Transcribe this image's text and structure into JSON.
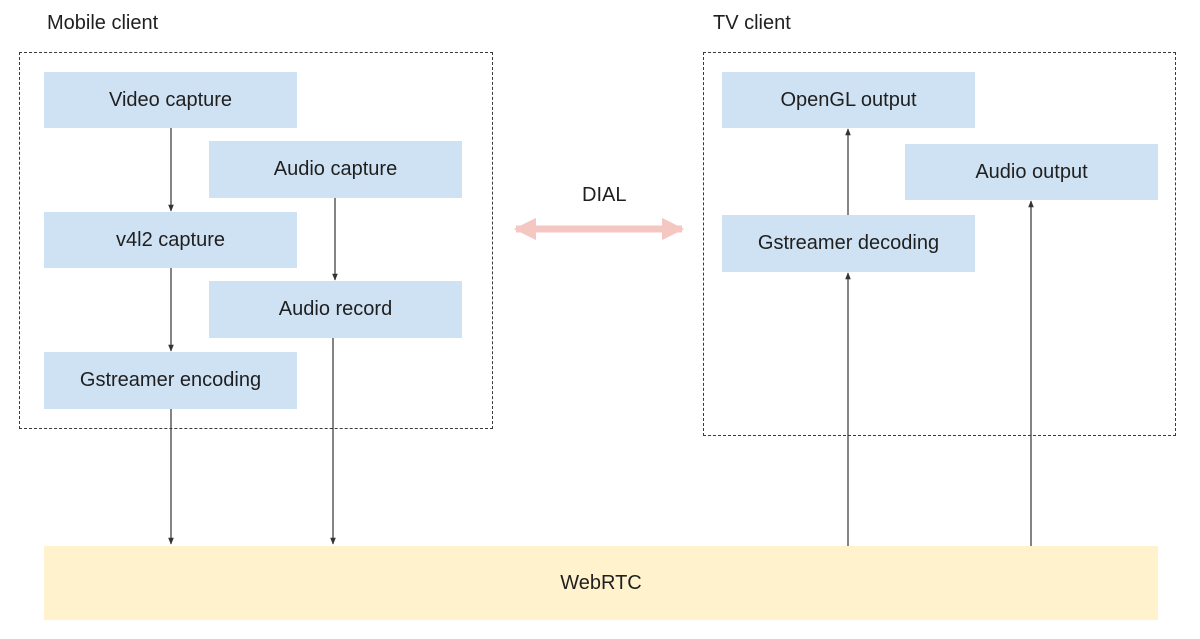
{
  "groups": {
    "mobile": {
      "title": "Mobile client"
    },
    "tv": {
      "title": "TV client"
    }
  },
  "nodes": {
    "video_capture": "Video capture",
    "audio_capture": "Audio capture",
    "v4l2_capture": "v4l2 capture",
    "audio_record": "Audio record",
    "gstreamer_encoding": "Gstreamer encoding",
    "opengl_output": "OpenGL output",
    "audio_output": "Audio output",
    "gstreamer_decoding": "Gstreamer decoding",
    "webrtc": "WebRTC"
  },
  "links": {
    "dial": "DIAL"
  },
  "colors": {
    "node_fill": "#cfe2f3",
    "bus_fill": "#fff2cc",
    "dial_arrow": "#f4c7c3",
    "connector": "#333333",
    "frame": "#3a3a3a"
  }
}
